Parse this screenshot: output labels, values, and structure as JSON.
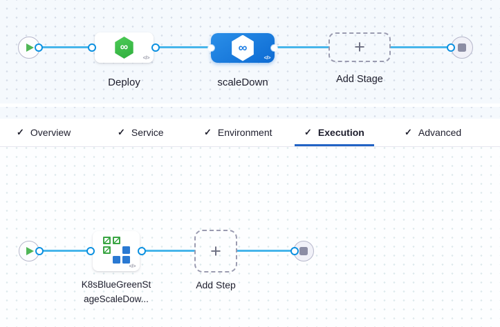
{
  "stage_graph": {
    "stages": [
      {
        "label": "Deploy",
        "type": "deployment",
        "selected": false
      },
      {
        "label": "scaleDown",
        "type": "deployment",
        "selected": true
      },
      {
        "label": "Add Stage",
        "type": "add-stage-placeholder"
      }
    ]
  },
  "tab_bar": {
    "tabs": [
      {
        "label": "Overview",
        "checked": true,
        "active": false
      },
      {
        "label": "Service",
        "checked": true,
        "active": false
      },
      {
        "label": "Environment",
        "checked": true,
        "active": false
      },
      {
        "label": "Execution",
        "checked": true,
        "active": true
      },
      {
        "label": "Advanced",
        "checked": true,
        "active": false
      }
    ]
  },
  "step_graph": {
    "step_label_line1": "K8sBlueGreenSt",
    "step_label_line2": "ageScaleDow...",
    "add_step_label": "Add Step"
  },
  "glyphs": {
    "check": "✓",
    "plus": "+",
    "code": "</>",
    "infinity": "∞"
  },
  "colors": {
    "connector_line": "#47b5ea",
    "connector_dot": "#0b90e0",
    "selected_stage_start": "#2b8fe8",
    "selected_stage_end": "#0d6bd3",
    "stage_green": "#3fbf4d",
    "active_tab_underline": "#2163c4"
  }
}
